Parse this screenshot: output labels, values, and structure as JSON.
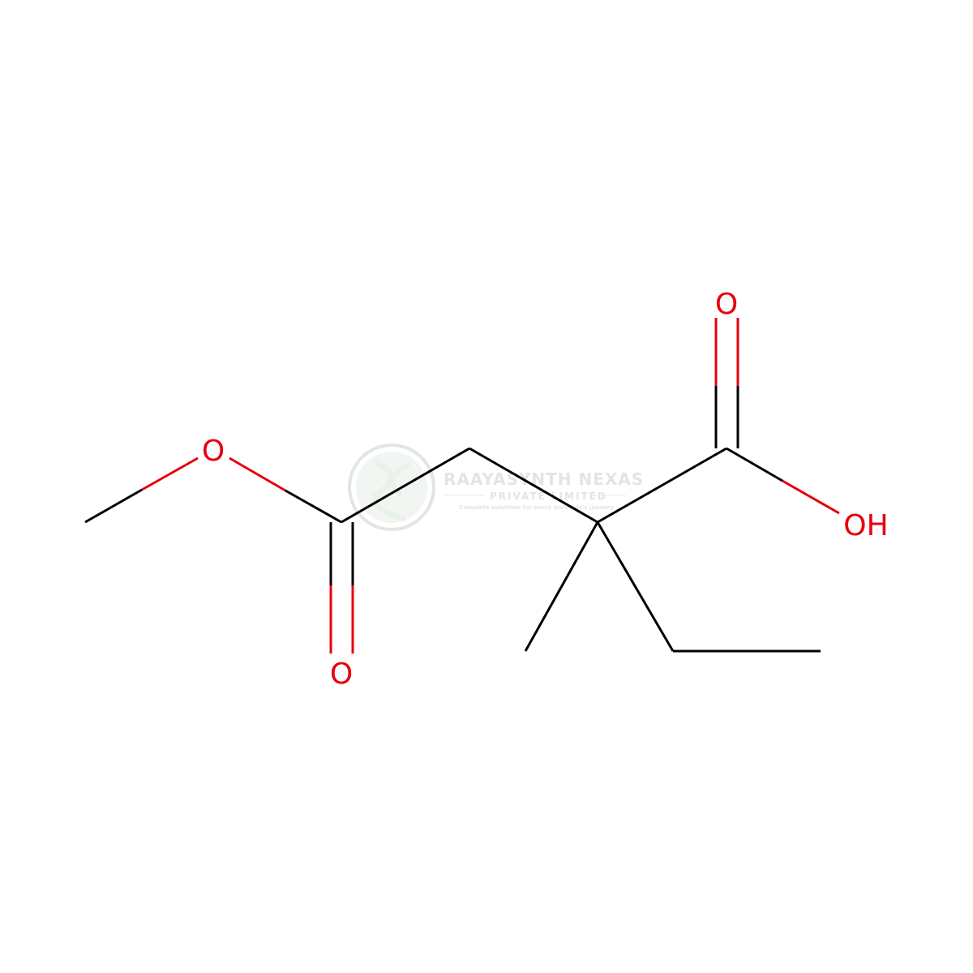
{
  "colors": {
    "bond": "#000000",
    "oxygen": "#e8000b",
    "watermark": "#cfcfcf",
    "watermark_accent": "#d8e6d8"
  },
  "atoms": {
    "ester_o": "O",
    "ester_carbonyl_o": "O",
    "acid_carbonyl_o": "O",
    "acid_oh": "OH"
  },
  "watermark": {
    "title": "RAAYASYNTH NEXAS",
    "subtitle": "PRIVATE LIMITED",
    "tagline": "Complete solutions for every molecule's journey"
  }
}
